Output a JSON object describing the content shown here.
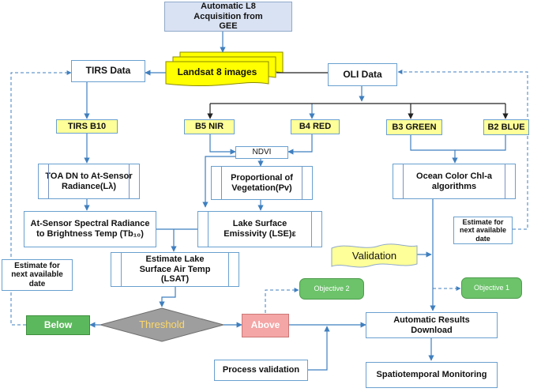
{
  "nodes": {
    "acquisition": "Automatic L8\nAcquisition from\nGEE",
    "landsat": "Landsat 8 images",
    "tirs_data": "TIRS Data",
    "oli_data": "OLI Data",
    "tirs_b10": "TIRS B10",
    "b5_nir": "B5 NIR",
    "b4_red": "B4 RED",
    "b3_green": "B3 GREEN",
    "b2_blue": "B2 BLUE",
    "ndvi": "NDVI",
    "toa": "TOA DN to At-Sensor\nRadiance(Lλ)",
    "pv": "Proportional of\nVegetation(Pv)",
    "ocean_color": "Ocean Color Chl-a\nalgorithms",
    "brightness": "At-Sensor Spectral Radiance\nto Brightness Temp (Tb₁₀)",
    "lse": "Lake Surface\nEmissivity (LSE)ε",
    "estimate_right": "Estimate for\nnext available\ndate",
    "estimate_left": "Estimate for\nnext available\ndate",
    "validation": "Validation",
    "lsat": "Estimate Lake\nSurface Air Temp\n(LSAT)",
    "objective2": "Objective 2",
    "objective1": "Objective 1",
    "below": "Below",
    "threshold": "Threshold",
    "above": "Above",
    "download": "Automatic Results\nDownload",
    "process_validation": "Process validation",
    "monitoring": "Spatiotemporal Monitoring"
  },
  "colors": {
    "arrow": "#3f7fbf",
    "white_border": "#6aa0cf",
    "yellow": "#ffff99",
    "blue_box": "#b4c7e7",
    "green": "#6cc36a",
    "above": "#f4a5a5",
    "threshold": "#9e9e9e",
    "threshold_text": "#ffd966",
    "landsat": "#ffff00",
    "acquisition": "#d9e2f3"
  }
}
